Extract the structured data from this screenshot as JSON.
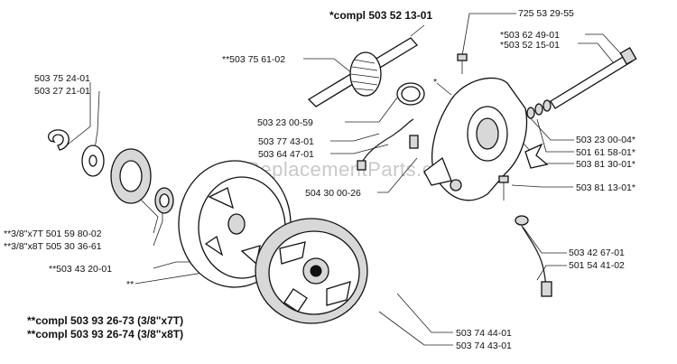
{
  "watermark": "eReplacementParts.com",
  "labels": {
    "compl_top": "*compl 503 52 13-01",
    "p725532955": "725 53 29-55",
    "p503756102": "**503 75 61-02",
    "p503624901": "*503 62 49-01",
    "p503521501": "*503 52 15-01",
    "p503752401": "503 75 24-01",
    "p503272101": "503 27 21-01",
    "p503230059": "503 23 00-59",
    "star_mark": "*",
    "p503230004": "503 23 00-04*",
    "p503774301": "503 77 43-01",
    "p501615801": "501 61 58-01*",
    "p503644701": "503 64 47-01",
    "p503813001": "503 81 30-01*",
    "p504300026": "504 30 00-26",
    "p503811301": "503 81 13-01*",
    "p501598002": "**3/8\"x7T 501 59 80-02",
    "p505303661": "**3/8\"x8T 505 30 36-61",
    "p503432001": "**503 43 20-01",
    "double_star": "**",
    "p503426701": "503 42 67-01",
    "p501544102": "501 54 41-02",
    "compl_bottom_1": "**compl 503 93 26-73 (3/8\"x7T)",
    "compl_bottom_2": "**compl 503 93 26-74 (3/8\"x8T)",
    "p503744401": "503 74 44-01",
    "p503744301": "503 74 43-01"
  }
}
